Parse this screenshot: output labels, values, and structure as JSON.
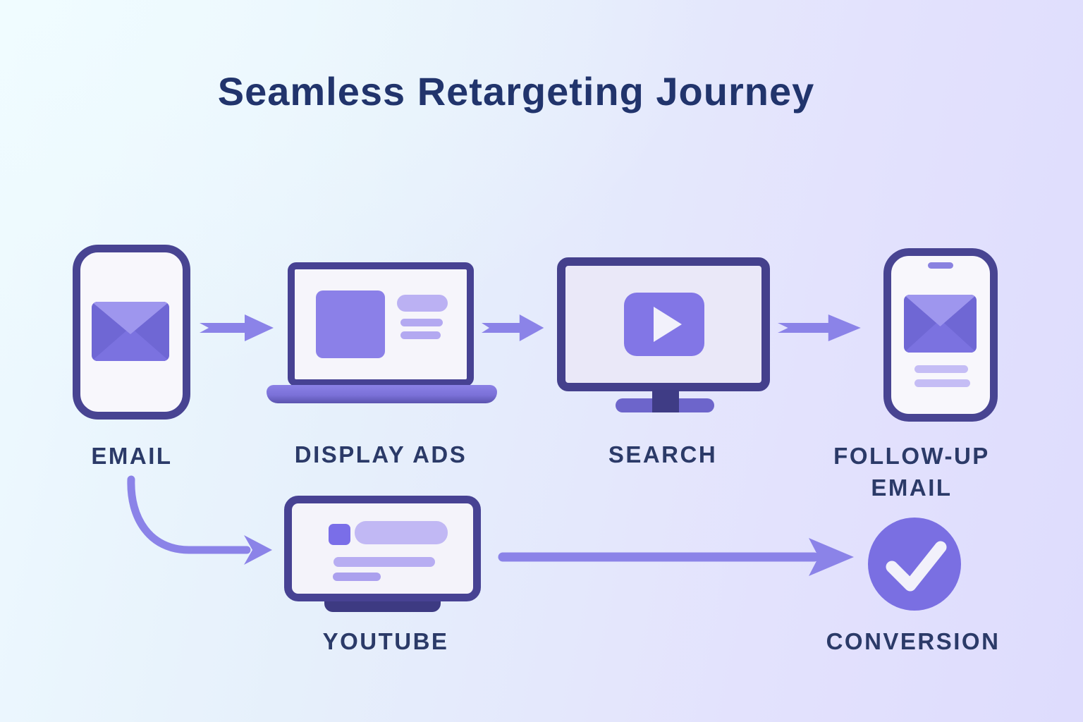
{
  "title": "Seamless Retargeting Journey",
  "nodes": [
    {
      "id": "email",
      "label": "EMAIL",
      "icon": "smartphone-envelope-icon"
    },
    {
      "id": "display-ads",
      "label": "DISPLAY ADS",
      "icon": "laptop-ad-layout-icon"
    },
    {
      "id": "search",
      "label": "SEARCH",
      "icon": "monitor-play-button-icon"
    },
    {
      "id": "follow-up-email",
      "label": "FOLLOW-UP EMAIL",
      "icon": "smartphone-envelope-icon"
    },
    {
      "id": "youtube",
      "label": "YOUTUBE",
      "icon": "tv-video-list-icon"
    },
    {
      "id": "conversion",
      "label": "CONVERSION",
      "icon": "checkmark-circle-icon"
    }
  ],
  "flows": [
    {
      "from": "email",
      "to": "display-ads",
      "style": "straight-right"
    },
    {
      "from": "display-ads",
      "to": "search",
      "style": "straight-right"
    },
    {
      "from": "search",
      "to": "follow-up-email",
      "style": "straight-right"
    },
    {
      "from": "email",
      "to": "youtube",
      "style": "curved-down-right"
    },
    {
      "from": "youtube",
      "to": "conversion",
      "style": "long-straight-right"
    }
  ],
  "colors": {
    "background_top_left": "#eefaff",
    "background_bottom_left": "#daeefb",
    "background_right": "#dedcfd",
    "title_text": "#21346c",
    "label_text": "#2b3a68",
    "device_frame": "#484492",
    "device_screen": "#f6f5fb",
    "accent_purple": "#8276e6",
    "light_purple_bar": "#bbb1f3",
    "arrow_purple": "#8b83e8",
    "envelope_body": "#7b72e0",
    "envelope_flap": "#9e96ee",
    "envelope_shadow": "#6f67d4",
    "conversion_circle": "#7a6fe2",
    "checkmark": "#f2f1fb"
  }
}
